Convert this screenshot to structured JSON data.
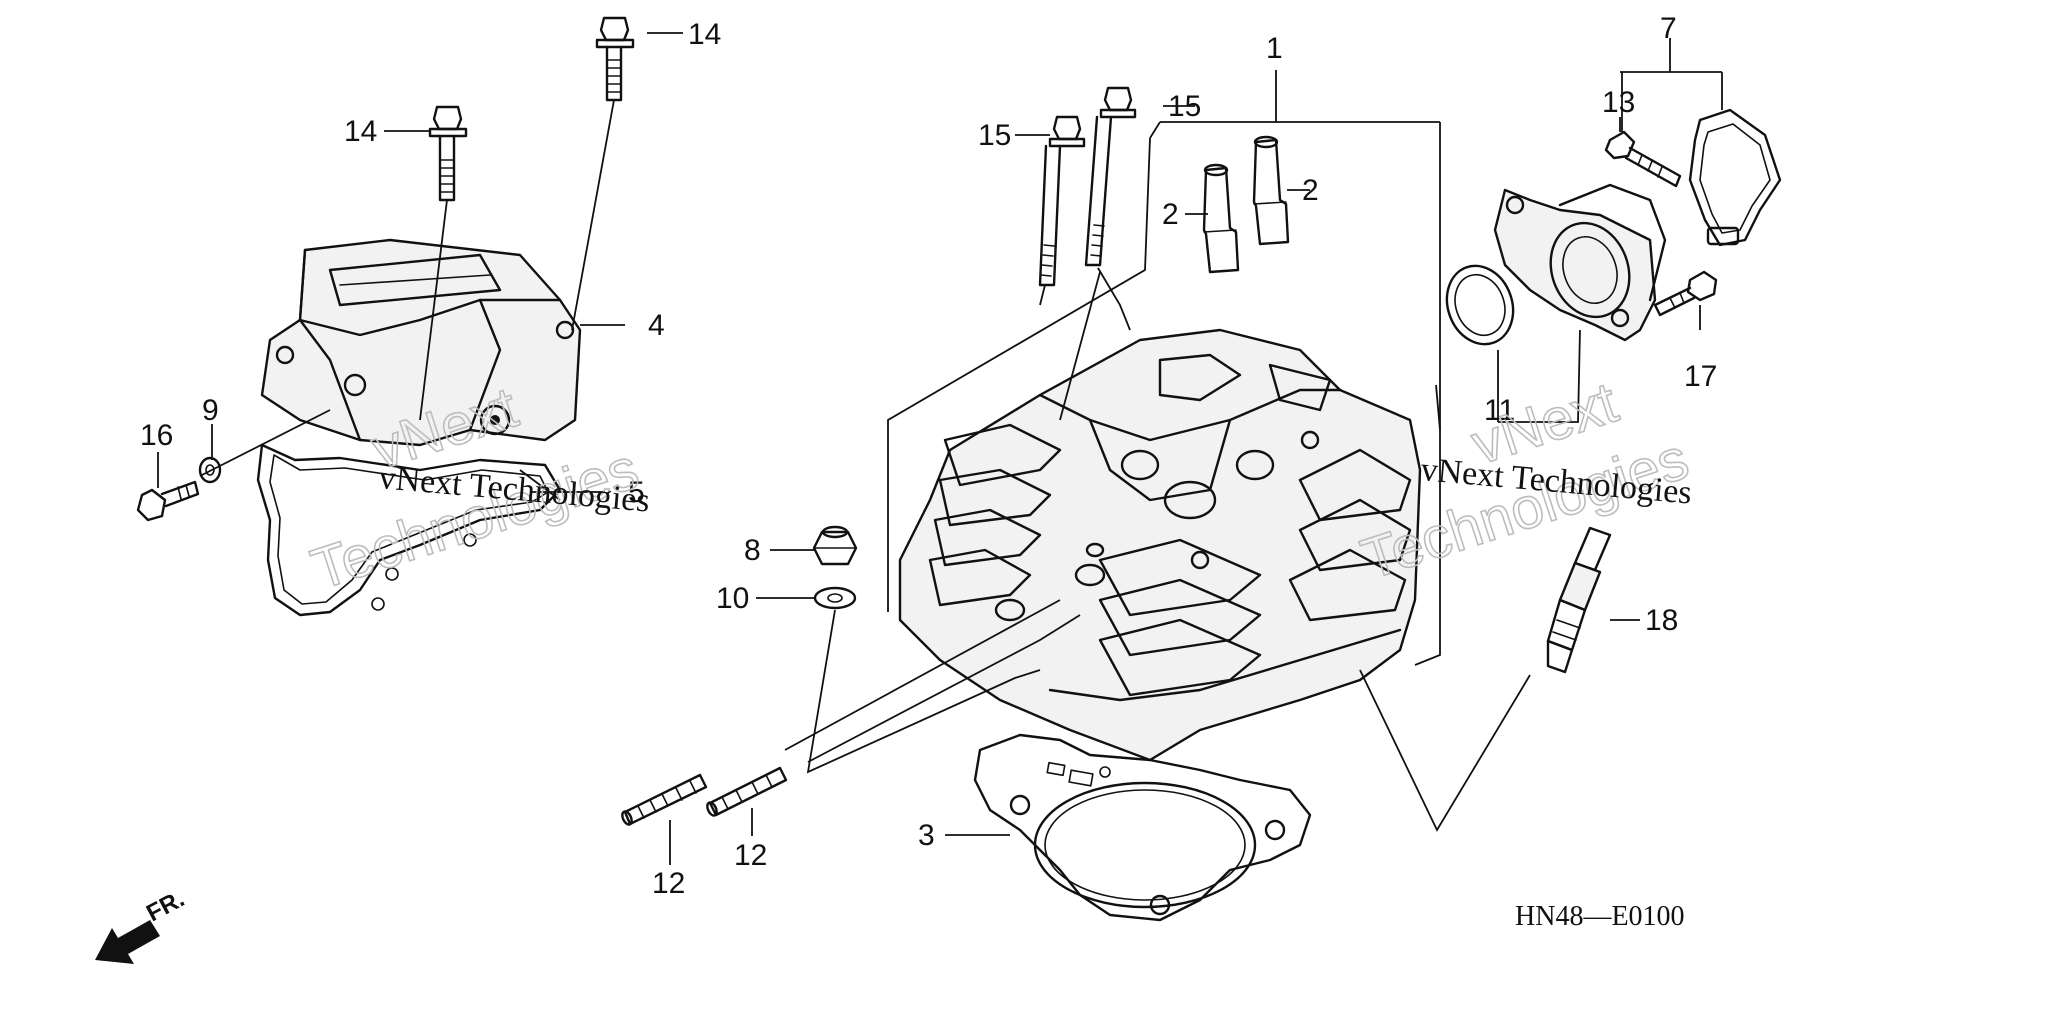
{
  "callouts": [
    {
      "id": "c1",
      "text": "1"
    },
    {
      "id": "c2a",
      "text": "2"
    },
    {
      "id": "c2b",
      "text": "2"
    },
    {
      "id": "c3",
      "text": "3"
    },
    {
      "id": "c4",
      "text": "4"
    },
    {
      "id": "c5",
      "text": "5"
    },
    {
      "id": "c7",
      "text": "7"
    },
    {
      "id": "c8",
      "text": "8"
    },
    {
      "id": "c9",
      "text": "9"
    },
    {
      "id": "c10",
      "text": "10"
    },
    {
      "id": "c11",
      "text": "11"
    },
    {
      "id": "c12a",
      "text": "12"
    },
    {
      "id": "c12b",
      "text": "12"
    },
    {
      "id": "c13",
      "text": "13"
    },
    {
      "id": "c14a",
      "text": "14"
    },
    {
      "id": "c14b",
      "text": "14"
    },
    {
      "id": "c15a",
      "text": "15"
    },
    {
      "id": "c15b",
      "text": "15"
    },
    {
      "id": "c16",
      "text": "16"
    },
    {
      "id": "c17",
      "text": "17"
    },
    {
      "id": "c18",
      "text": "18"
    }
  ],
  "diagram_code": "HN48—E0100",
  "front_indicator": "FR.",
  "watermark": {
    "line1": "vNext Technologies",
    "outline_top": "vNext",
    "outline_bottom": "Technologies"
  }
}
